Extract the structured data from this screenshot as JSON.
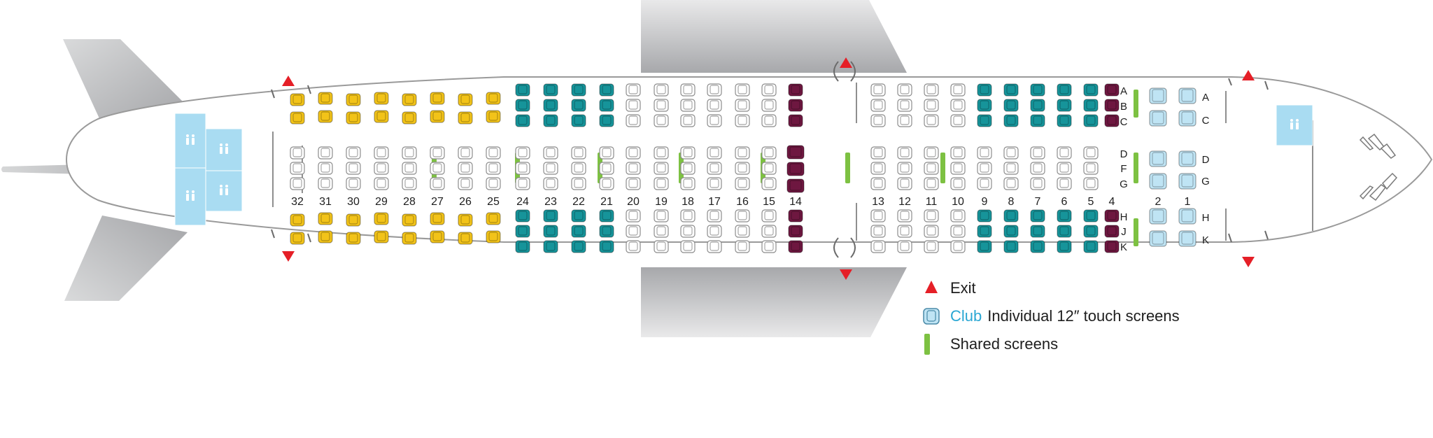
{
  "colors": {
    "economy_plus": "#f2c319",
    "extra_legroom": "#16949a",
    "preferred": "#6e1740",
    "standard": "#ffffff",
    "club": "#bfe4f4",
    "shared_screen": "#7dc142",
    "exit": "#e51f27",
    "lavatory": "#a9dcf2",
    "fuselage_stroke": "#9a9a9a"
  },
  "icons": {
    "exit": "exit-triangle-icon",
    "lavatory": "lavatory-icon",
    "club_seat": "club-seat-icon",
    "shared_screen": "shared-screen-icon"
  },
  "row_numbers": [
    "32",
    "31",
    "30",
    "29",
    "28",
    "27",
    "26",
    "25",
    "24",
    "23",
    "22",
    "21",
    "20",
    "19",
    "18",
    "17",
    "16",
    "15",
    "14",
    "13",
    "12",
    "11",
    "10",
    "9",
    "8",
    "7",
    "6",
    "5",
    "4",
    "2",
    "1"
  ],
  "seat_letters": {
    "economy_left": [
      "A",
      "B",
      "C"
    ],
    "economy_center": [
      "D",
      "F",
      "G"
    ],
    "economy_right": [
      "H",
      "J",
      "K"
    ],
    "club_left": [
      "A",
      "C"
    ],
    "club_center": [
      "D",
      "G"
    ],
    "club_right": [
      "H",
      "K"
    ]
  },
  "legend": {
    "exit_label": "Exit",
    "club_word": "Club",
    "club_label": "Individual 12″ touch screens",
    "shared_label": "Shared screens"
  }
}
